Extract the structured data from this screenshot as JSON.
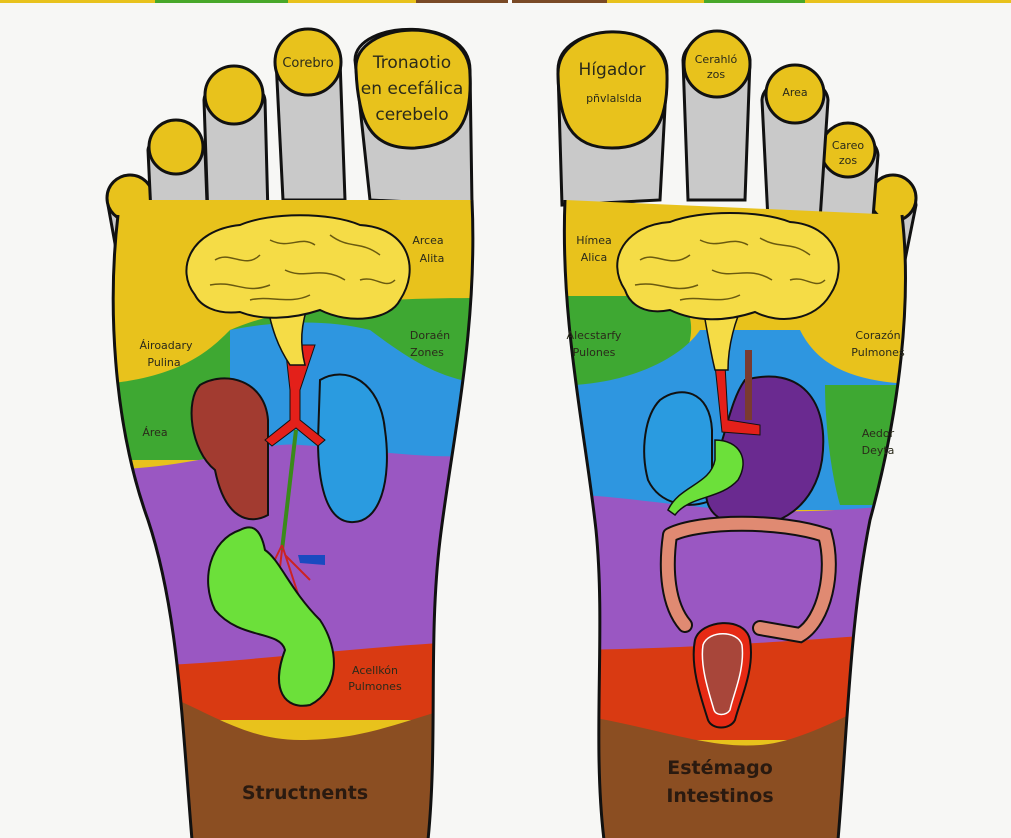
{
  "colors": {
    "yellow": "#e8c21c",
    "toe_grey": "#c9c9c9",
    "green": "#3ea832",
    "blue": "#2e96e0",
    "purple": "#9a57c2",
    "red": "#d93a12",
    "brown": "#8b4e22",
    "brain": "#f5dc46",
    "lung_red": "#a23b30",
    "lung_blue": "#2a9be0",
    "stomach_purple": "#6a2a90",
    "intestine": "#e08a72",
    "green_organ": "#6ce03a"
  },
  "top_stripe": [
    "#e8c21c",
    "#48a82a",
    "#e8c21c",
    "#7a4a26",
    "#7a4a26",
    "#e8c21c",
    "#48a82a",
    "#e8c21c"
  ],
  "left_foot": {
    "toe_big": [
      "Tronaotio",
      "en ecefálica",
      "cerebelo"
    ],
    "toe_2": "Corebro",
    "zone_area_alta": [
      "Arcea",
      "Alita"
    ],
    "zone_yellow_left": [
      "Áiroadary",
      "Pulina"
    ],
    "zone_green_right": [
      "Doraén",
      "Zones"
    ],
    "zone_green_left": "Área",
    "zone_red": [
      "Acellkón",
      "Pulmones"
    ],
    "zone_brown": "Structnents"
  },
  "right_foot": {
    "toe_big": [
      "Hígador",
      "pñvlalslda"
    ],
    "toe_2": [
      "Cerahló",
      "zos"
    ],
    "toe_3": "Area",
    "toe_4": [
      "Careo",
      "zos"
    ],
    "zone_yellow_left": [
      "Hímea",
      "Alica"
    ],
    "zone_green_left": [
      "Alecstarfy",
      "Pulones"
    ],
    "zone_yellow_right": [
      "Corazón",
      "Pulmones"
    ],
    "zone_green_right": [
      "Aedor",
      "Deyta"
    ],
    "zone_brown": [
      "Estémago",
      "Intestinos"
    ]
  }
}
